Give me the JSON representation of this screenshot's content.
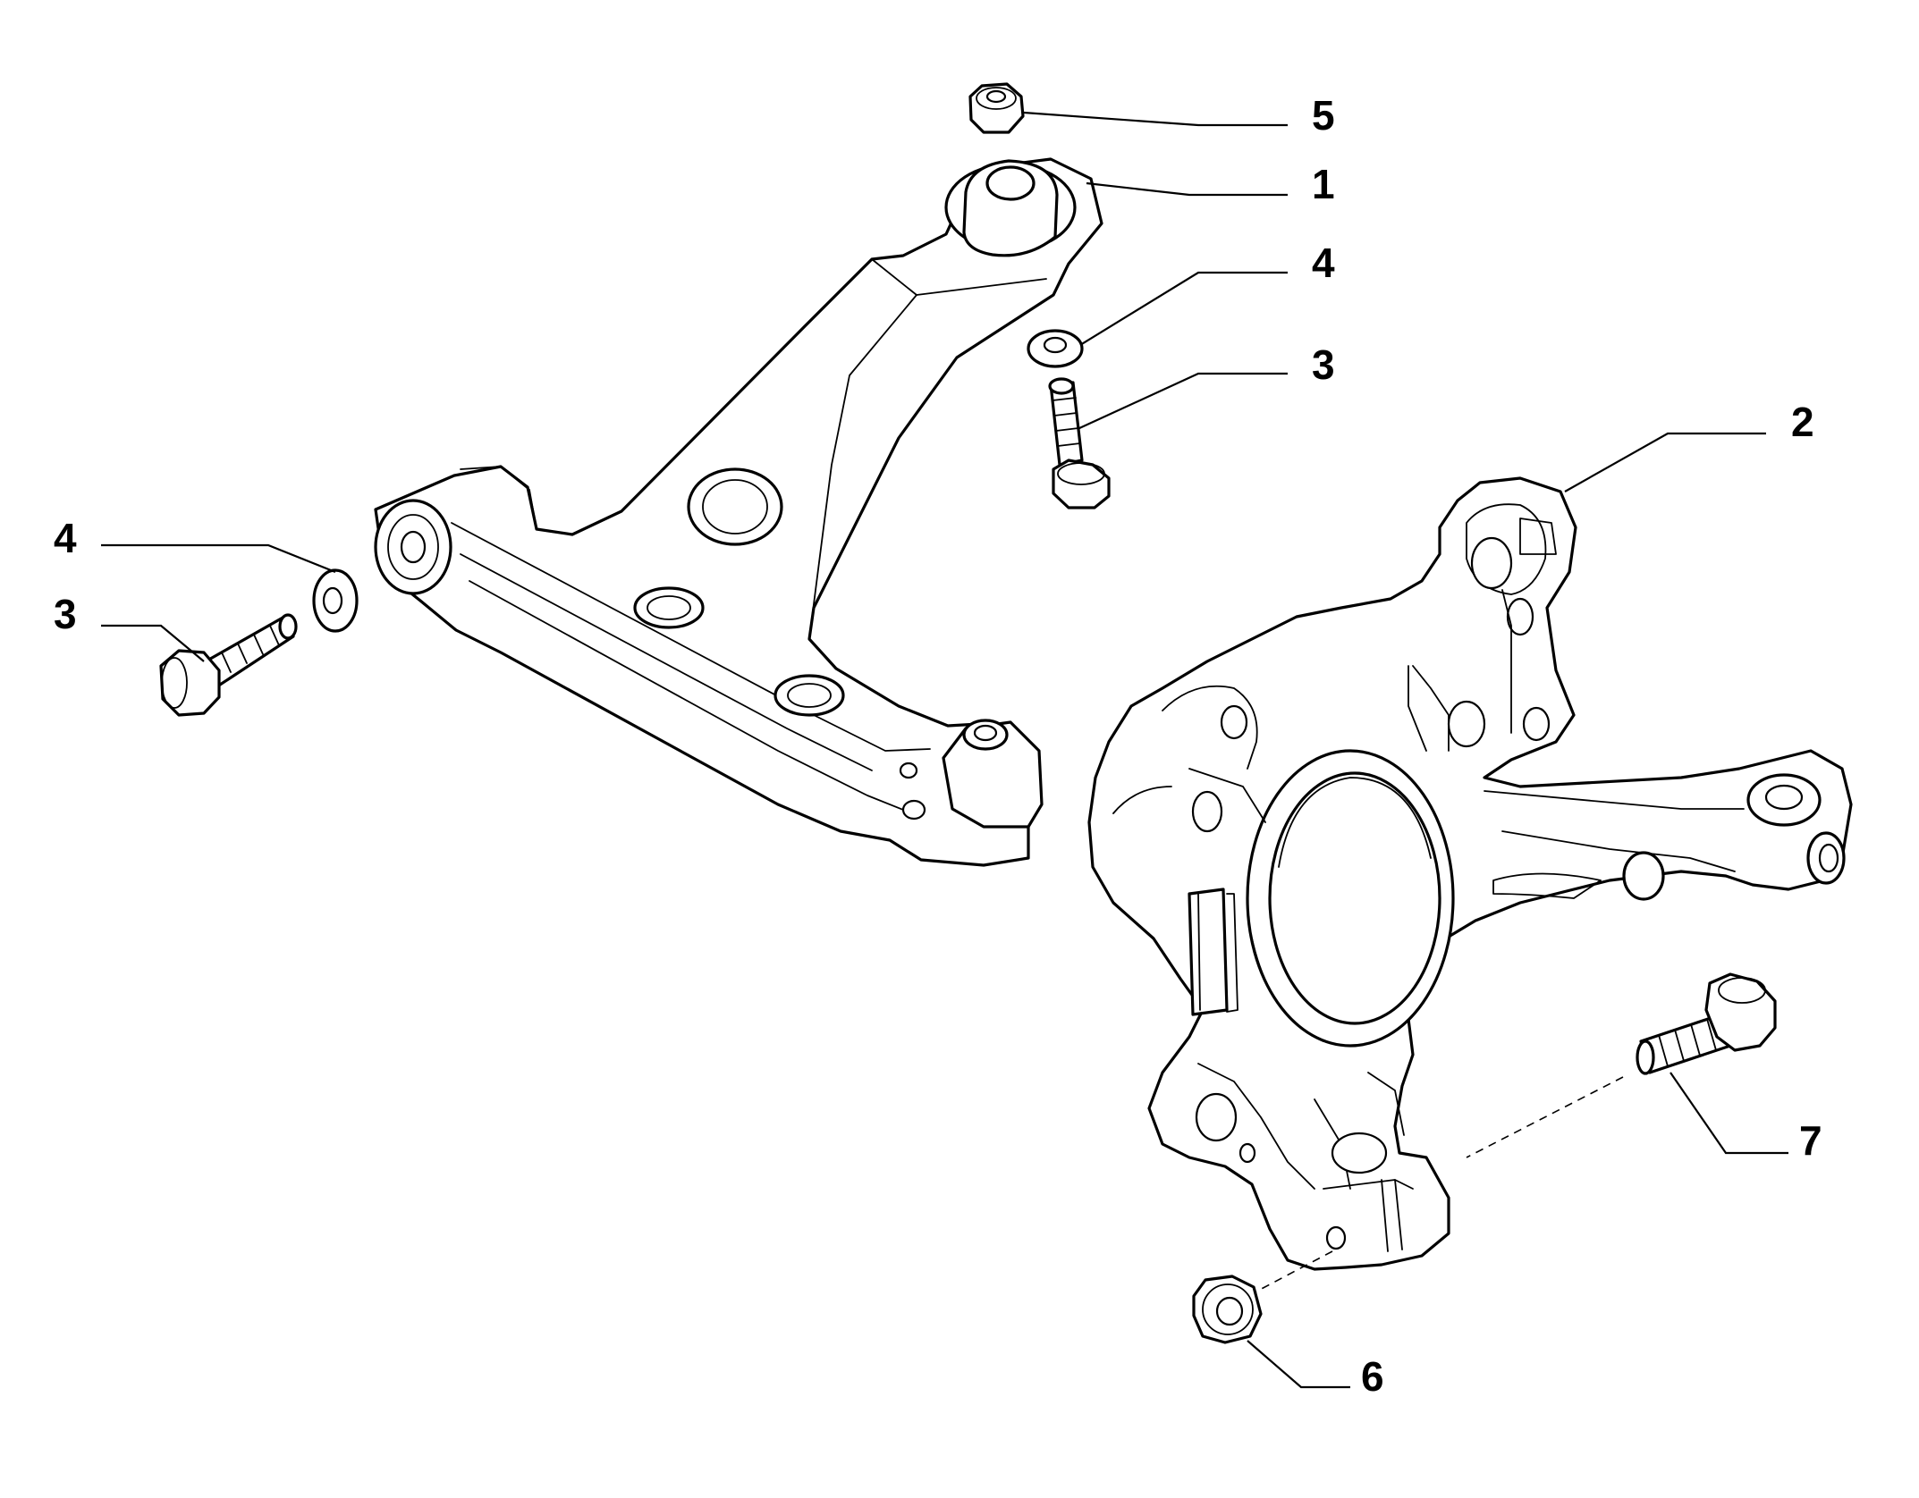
{
  "callouts": [
    {
      "id": "callout-5",
      "label": "5"
    },
    {
      "id": "callout-1",
      "label": "1"
    },
    {
      "id": "callout-4-upper",
      "label": "4"
    },
    {
      "id": "callout-3-upper",
      "label": "3"
    },
    {
      "id": "callout-2",
      "label": "2"
    },
    {
      "id": "callout-4-left",
      "label": "4"
    },
    {
      "id": "callout-3-left",
      "label": "3"
    },
    {
      "id": "callout-7",
      "label": "7"
    },
    {
      "id": "callout-6",
      "label": "6"
    }
  ]
}
